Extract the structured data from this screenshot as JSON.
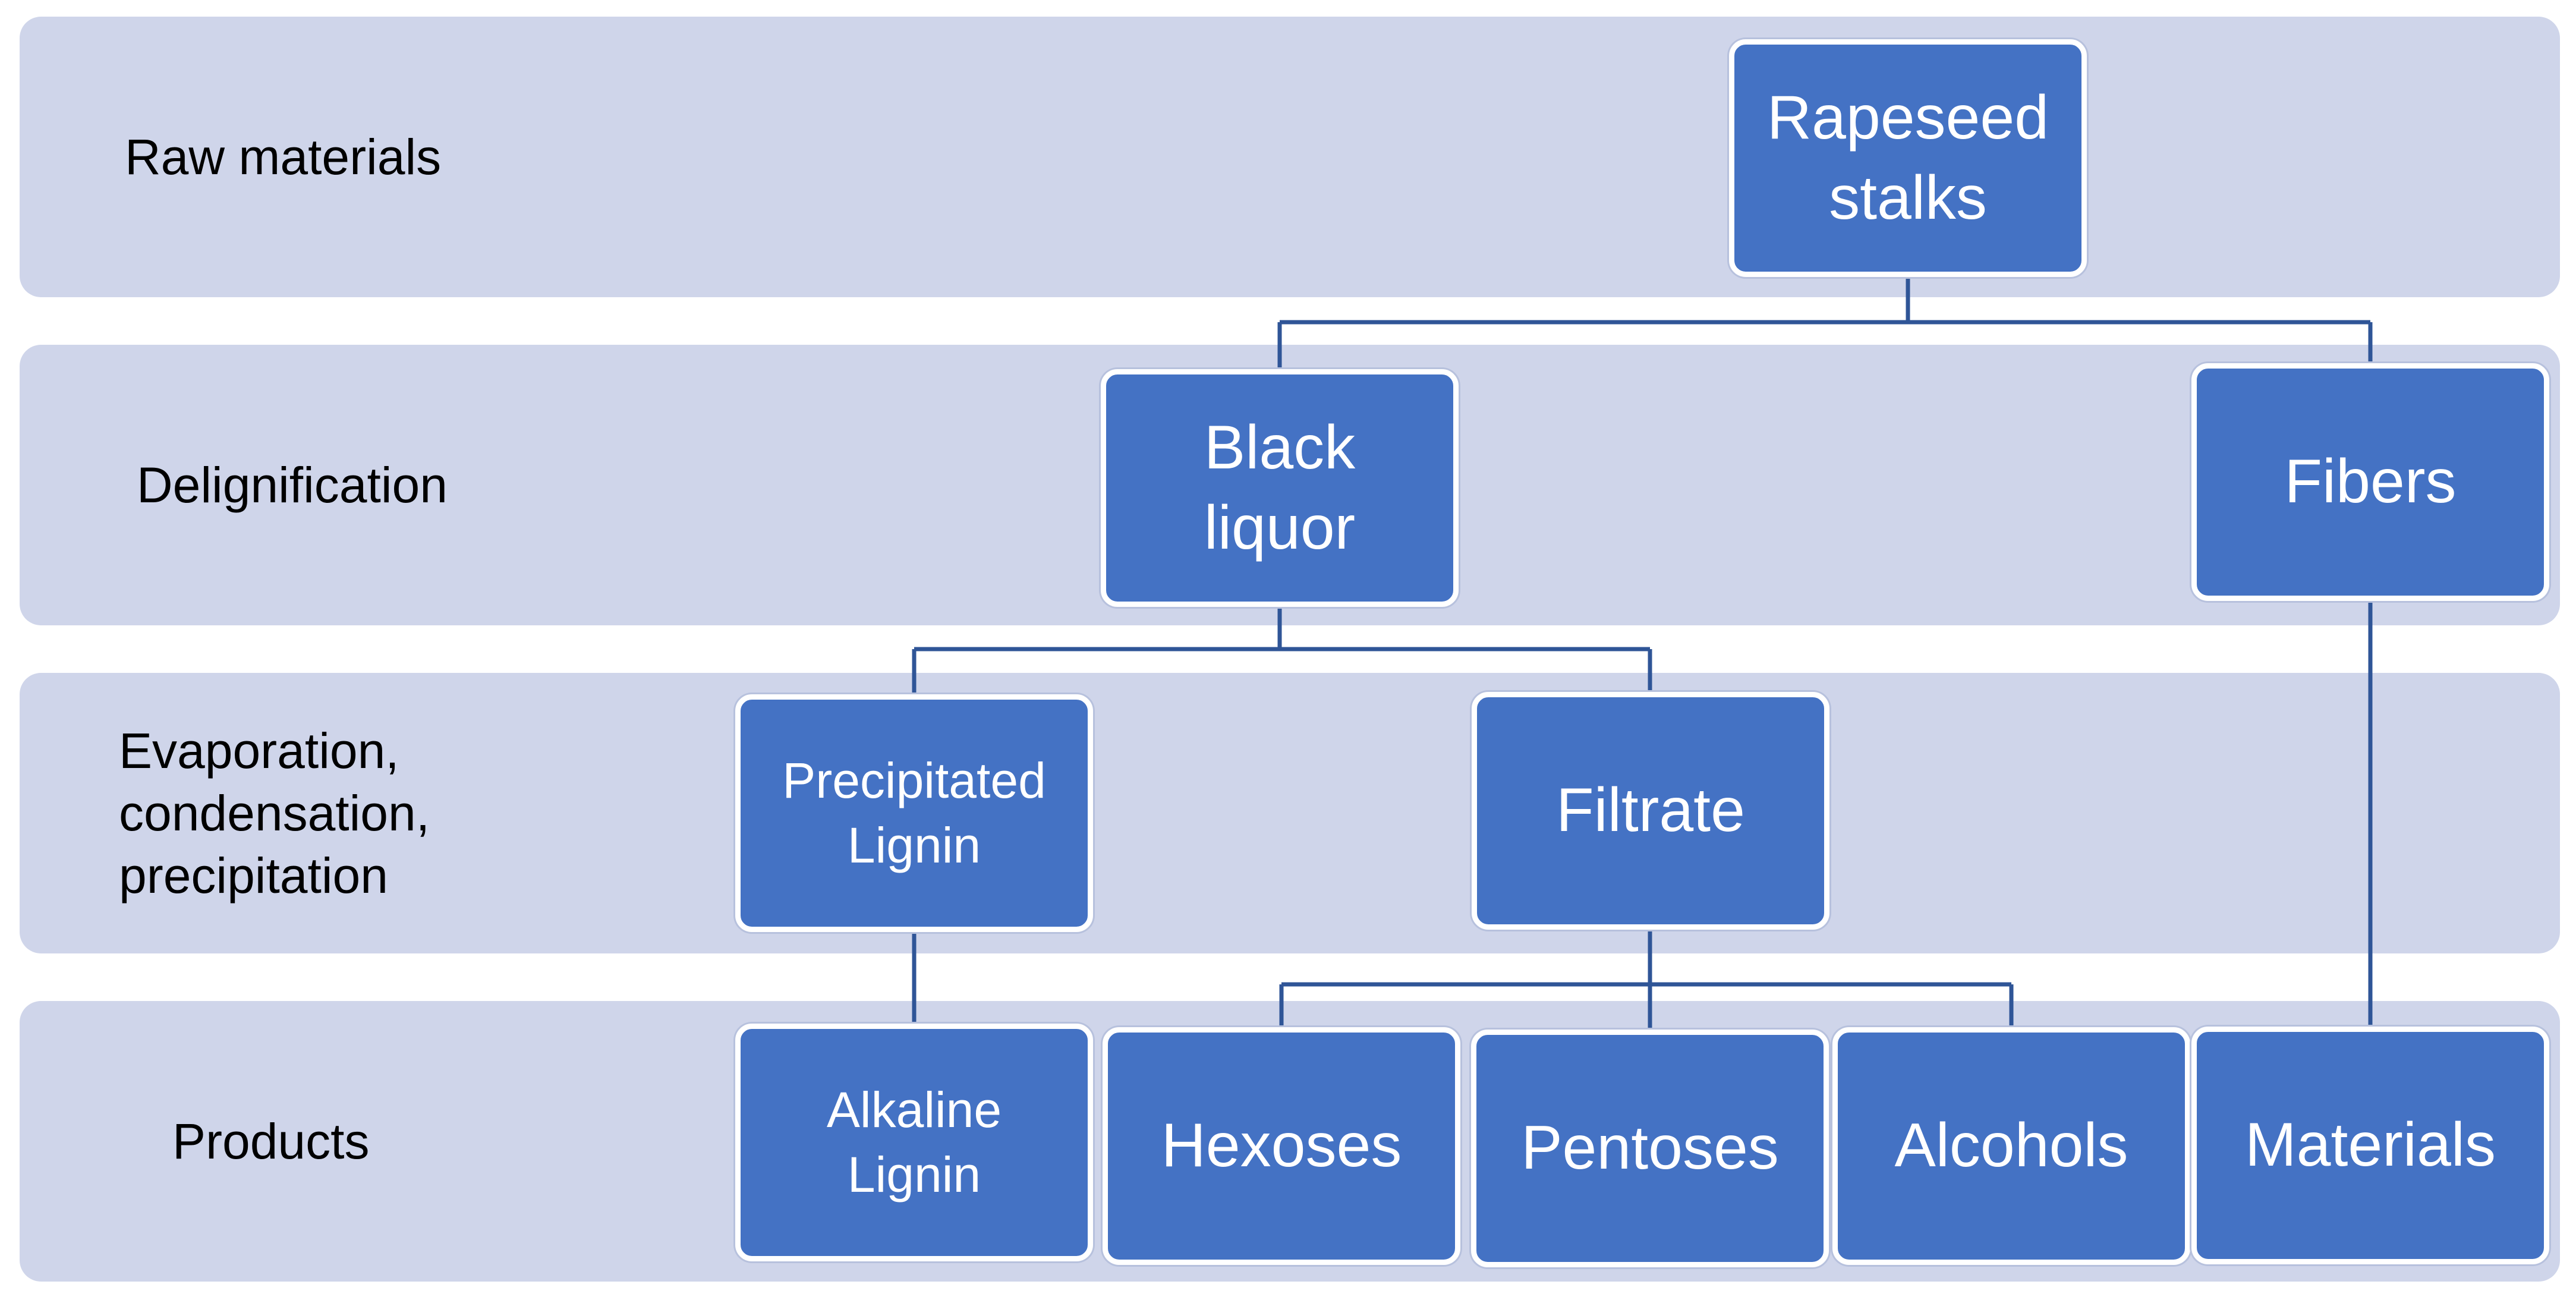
{
  "stages": {
    "raw": "Raw materials",
    "delignification": "Delignification",
    "evaporation": "Evaporation,\ncondensation,\nprecipitation",
    "products": "Products"
  },
  "nodes": {
    "rapeseed_stalks": "Rapeseed\nstalks",
    "black_liquor": "Black\nliquor",
    "fibers": "Fibers",
    "precipitated_lignin": "Precipitated\nLignin",
    "filtrate": "Filtrate",
    "alkaline_lignin": "Alkaline\nLignin",
    "hexoses": "Hexoses",
    "pentoses": "Pentoses",
    "alcohols": "Alcohols",
    "materials": "Materials"
  },
  "colors": {
    "band": "#cfd5ea",
    "node_fill": "#4472c4",
    "node_border": "#ffffff",
    "connector": "#2f5597",
    "text_dark": "#000000",
    "text_light": "#ffffff"
  }
}
